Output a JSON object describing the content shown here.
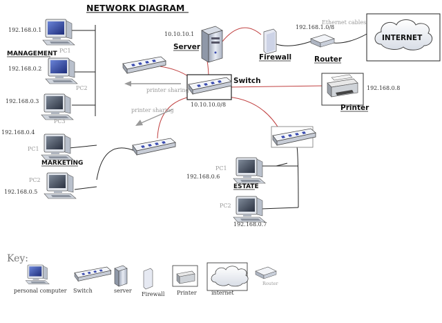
{
  "title": "NETWORK DIAGRAM",
  "management": {
    "label": "MANAGEMENT",
    "pcs": [
      {
        "ip": "192.168.0.1",
        "name": "PC1"
      },
      {
        "ip": "192.168.0.2",
        "name": "PC2"
      },
      {
        "ip": "192.168.0.3",
        "name": "PC3"
      }
    ]
  },
  "marketing": {
    "label": "MARKETING",
    "pcs": [
      {
        "ip": "192.168.0.4",
        "name": "PC1"
      },
      {
        "ip": "192.168.0.5",
        "name": "PC2"
      }
    ]
  },
  "estate": {
    "label": "ESTATE",
    "pcs": [
      {
        "ip": "192.168.0.6",
        "name": "PC1"
      },
      {
        "ip": "192.168.0.7",
        "name": "PC2"
      }
    ]
  },
  "server": {
    "label": "Server",
    "ip": "10.10.10.1"
  },
  "firewall": {
    "label": "Firewall"
  },
  "router": {
    "label": "Router",
    "ip": "192.168.1.0/8",
    "cable_label": "Ethernet cables"
  },
  "internet": {
    "label": "INTERNET"
  },
  "switch": {
    "label": "Switch",
    "ip": "10.10.10.0/8"
  },
  "printer": {
    "label": "Printer",
    "ip": "192.168.0.8"
  },
  "printer_sharing": [
    "printer sharing",
    "printer sharing"
  ],
  "key": {
    "title": "Key:",
    "items": [
      {
        "label": "personal computer"
      },
      {
        "label": "Switch"
      },
      {
        "label": "server"
      },
      {
        "label": "Firewall"
      },
      {
        "label": "Printer"
      },
      {
        "label": "internet"
      },
      {
        "label": "Router"
      }
    ]
  }
}
